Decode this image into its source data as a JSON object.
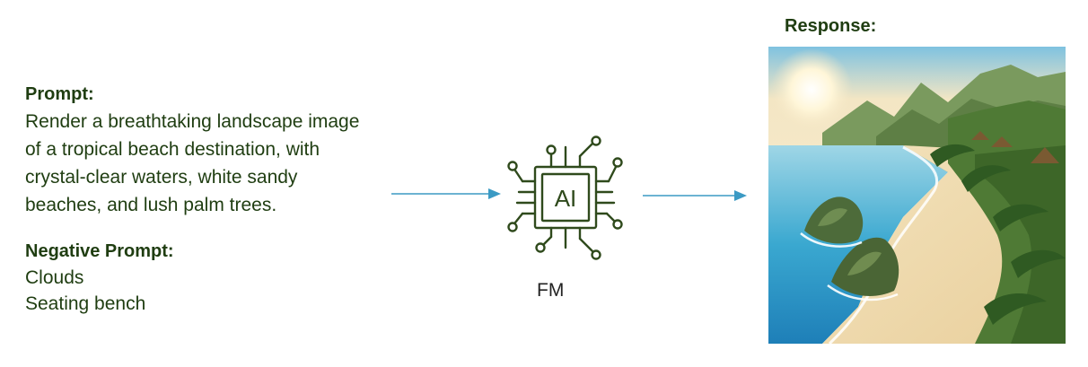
{
  "prompt": {
    "heading": "Prompt:",
    "lines": [
      "Render a breathtaking landscape image",
      "of a tropical beach destination, with",
      "crystal-clear waters, white sandy",
      "beaches, and lush palm trees."
    ]
  },
  "negative_prompt": {
    "heading": "Negative Prompt:",
    "items": [
      "Clouds",
      "Seating bench"
    ]
  },
  "model": {
    "chip_text": "AI",
    "label": "FM",
    "icon": "ai-chip-icon"
  },
  "response": {
    "heading": "Response:"
  },
  "colors": {
    "text": "#1f3d11",
    "arrow": "#3b9ac4",
    "chip_stroke": "#2f4a1c"
  }
}
